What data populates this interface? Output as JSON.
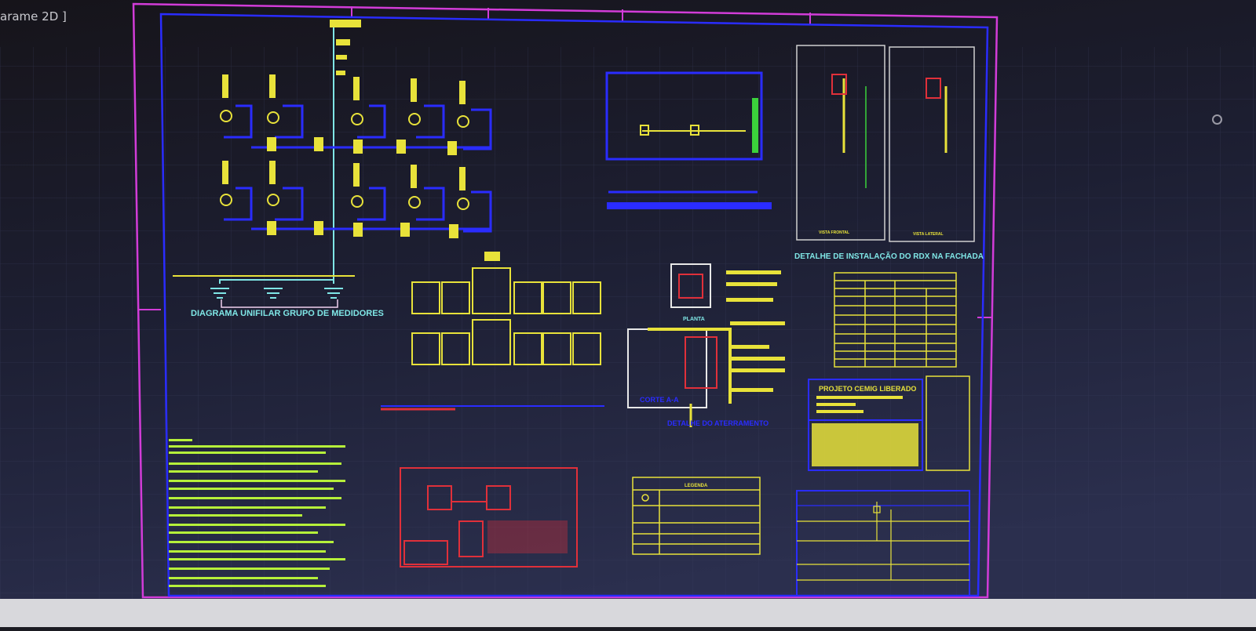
{
  "viewport": {
    "label": "arame 2D ]"
  },
  "drawing": {
    "unifilar_title": "DIAGRAMA UNIFILAR GRUPO DE MEDIDORES",
    "rdx_title": "DETALHE DE INSTALAÇÃO DO RDX NA FACHADA",
    "rdx_view_front": "VISTA FRONTAL",
    "rdx_view_side": "VISTA LATERAL",
    "planta_label": "PLANTA",
    "corte_label": "CORTE A-A",
    "aterramento_title": "DETALHE DO ATERRAMENTO",
    "project_stamp": "PROJETO CEMIG LIBERADO",
    "legend_title": "LEGENDA"
  },
  "colors": {
    "outer_frame": "#d23cd8",
    "inner_frame": "#2a2cff",
    "drawing_yellow": "#e8e23a",
    "cyan": "#7fe6e6",
    "red": "#e0303a",
    "notes_green": "#b6f03a"
  }
}
